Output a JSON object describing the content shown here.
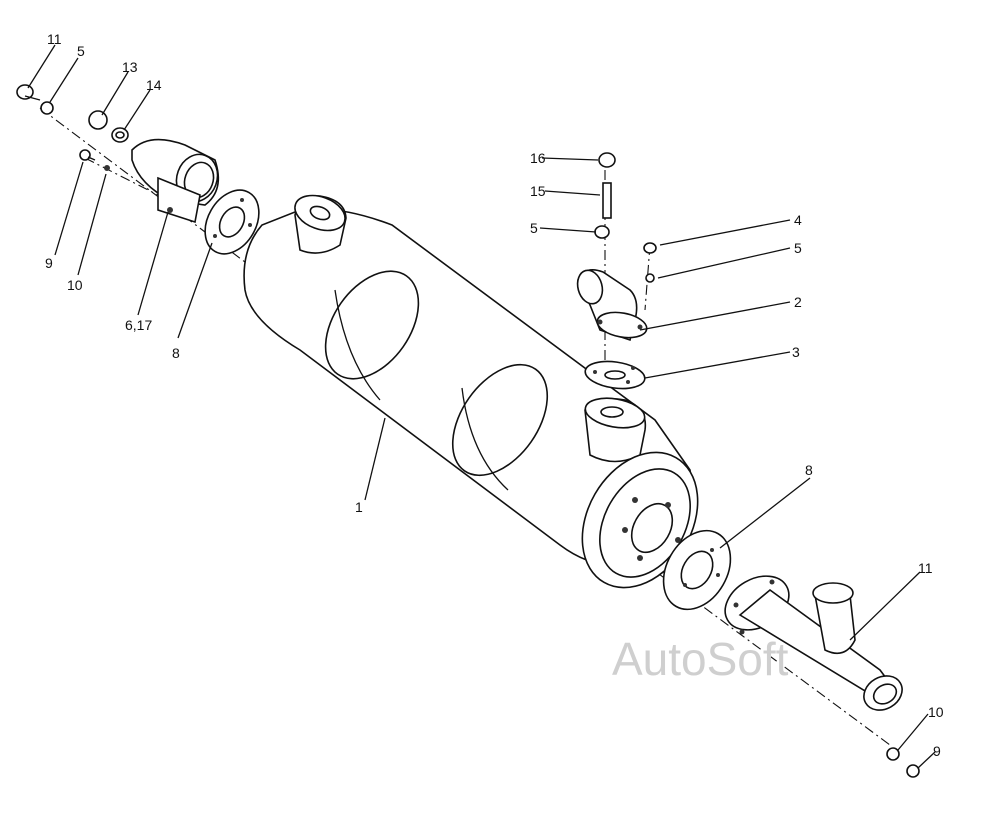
{
  "diagram": {
    "watermark": "AutoSoft",
    "callouts": [
      {
        "id": "c11a",
        "text": "11"
      },
      {
        "id": "c5a",
        "text": "5"
      },
      {
        "id": "c13",
        "text": "13"
      },
      {
        "id": "c14",
        "text": "14"
      },
      {
        "id": "c9a",
        "text": "9"
      },
      {
        "id": "c10a",
        "text": "10"
      },
      {
        "id": "c617",
        "text": "6,17"
      },
      {
        "id": "c8a",
        "text": "8"
      },
      {
        "id": "c1",
        "text": "1"
      },
      {
        "id": "c16",
        "text": "16"
      },
      {
        "id": "c15",
        "text": "15"
      },
      {
        "id": "c5b",
        "text": "5"
      },
      {
        "id": "c4",
        "text": "4"
      },
      {
        "id": "c5c",
        "text": "5"
      },
      {
        "id": "c2",
        "text": "2"
      },
      {
        "id": "c3",
        "text": "3"
      },
      {
        "id": "c8b",
        "text": "8"
      },
      {
        "id": "c11b",
        "text": "11"
      },
      {
        "id": "c10b",
        "text": "10"
      },
      {
        "id": "c9b",
        "text": "9"
      }
    ]
  }
}
